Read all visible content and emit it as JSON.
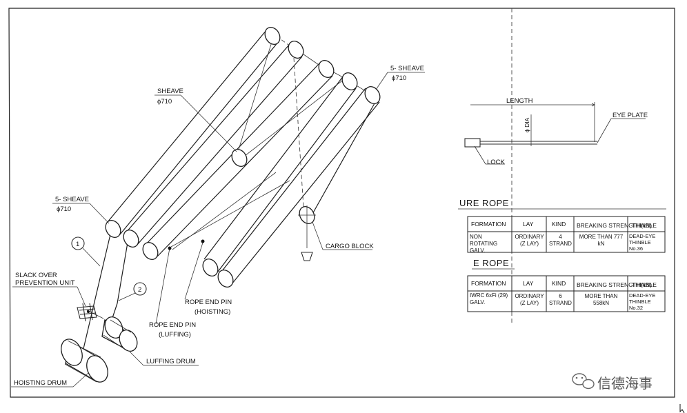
{
  "labels": {
    "sheave_top_right": "5- SHEAVE",
    "sheave_top_right_dia": "ϕ710",
    "sheave_mid": "SHEAVE",
    "sheave_mid_dia": "ϕ710",
    "sheave_left": "5- SHEAVE",
    "sheave_left_dia": "ϕ710",
    "cargo_block": "CARGO BLOCK",
    "slack_line1": "SLACK OVER",
    "slack_line2": "PREVENTION UNIT",
    "rope_end_hoist": "ROPE END PIN",
    "rope_end_hoist_sub": "(HOISTING)",
    "rope_end_luff": "ROPE END PIN",
    "rope_end_luff_sub": "(LUFFING)",
    "luffing_drum": "LUFFING DRUM",
    "hoisting_drum": "HOISTING DRUM",
    "callout_1": "1",
    "callout_2": "2"
  },
  "rope_detail": {
    "length": "LENGTH",
    "dia": "ϕ DIA",
    "eye_plate": "EYE PLATE",
    "lock": "LOCK"
  },
  "tables": [
    {
      "title": "URE ROPE",
      "headers": [
        "FORMATION",
        "LAY",
        "KIND",
        "BREAKING STRENGTH(kN)",
        "THINBLE"
      ],
      "row": [
        "NON ROTATING GALV.",
        "ORDINARY (Z LAY)",
        "4 STRAND",
        "MORE THAN 777 kN",
        "DEAD-EYE THINBLE No.36"
      ]
    },
    {
      "title": "E ROPE",
      "headers": [
        "FORMATION",
        "LAY",
        "KIND",
        "BREAKING STRENGTH(kN)",
        "THINBLE"
      ],
      "row": [
        "IWRC 6xFi (29) GALV.",
        "ORDINARY (Z LAY)",
        "6 STRAND",
        "MORE THAN 558kN",
        "DEAD-EYE THINBLE No.32"
      ]
    }
  ],
  "watermark": "信德海事"
}
